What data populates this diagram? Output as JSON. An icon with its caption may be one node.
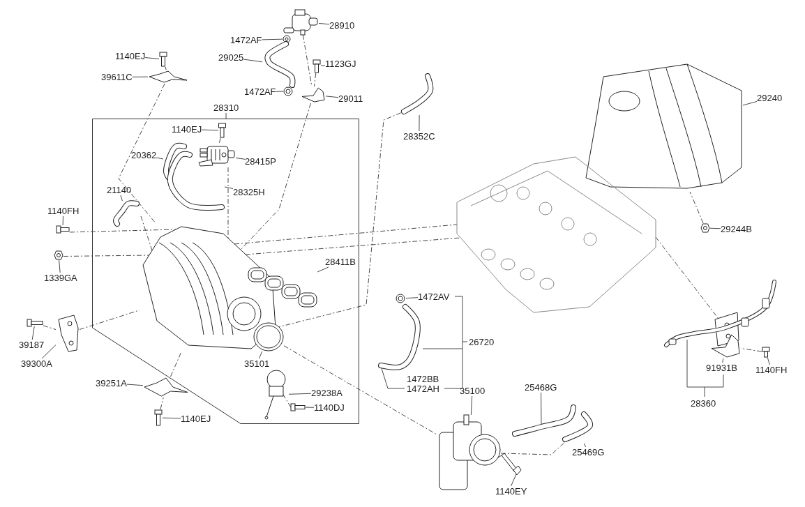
{
  "diagram": {
    "nodes": [
      {
        "text": [
          "28910"
        ]
      },
      {
        "text": [],
        "shape": "picture"
      },
      {
        "text": [
          "1472AF"
        ]
      },
      {
        "text": [],
        "shape": "picture"
      },
      {
        "text": [
          "29025"
        ]
      },
      {
        "text": [],
        "shape": "picture"
      },
      {
        "text": [
          "1140EJ"
        ]
      },
      {
        "text": [],
        "shape": "picture"
      },
      {
        "text": [
          "1123GJ"
        ]
      },
      {
        "text": [],
        "shape": "picture"
      },
      {
        "text": [
          "39611C"
        ]
      },
      {
        "text": [],
        "shape": "picture"
      },
      {
        "text": [
          "1472AF"
        ]
      },
      {
        "text": [],
        "shape": "picture"
      },
      {
        "text": [
          "29011"
        ]
      },
      {
        "text": [],
        "shape": "picture"
      },
      {
        "text": [
          "28310"
        ]
      },
      {
        "text": [],
        "shape": "box"
      },
      {
        "text": [
          "1140EJ"
        ],
        "in": 17
      },
      {
        "text": [],
        "shape": "picture",
        "in": 17
      },
      {
        "text": [
          "20362"
        ],
        "in": 17
      },
      {
        "text": [],
        "shape": "picture",
        "in": 17
      },
      {
        "text": [
          "28415P"
        ],
        "in": 17
      },
      {
        "text": [],
        "shape": "picture",
        "in": 17
      },
      {
        "text": [
          "28325H"
        ],
        "in": 17
      },
      {
        "text": [],
        "shape": "picture",
        "in": 17
      },
      {
        "text": [
          "21140"
        ],
        "in": 17
      },
      {
        "text": [],
        "shape": "picture",
        "in": 17
      },
      {
        "text": [],
        "shape": "picture",
        "in": 17
      },
      {
        "text": [
          "28411B"
        ],
        "in": 17
      },
      {
        "text": [],
        "shape": "picture",
        "in": 17
      },
      {
        "text": [
          "35101"
        ],
        "in": 17
      },
      {
        "text": [],
        "shape": "picture",
        "in": 17
      },
      {
        "text": [
          "29238A"
        ],
        "in": 17
      },
      {
        "text": [],
        "shape": "picture",
        "in": 17
      },
      {
        "text": [
          "1140DJ"
        ],
        "in": 17
      },
      {
        "text": [],
        "shape": "picture",
        "in": 17
      },
      {
        "text": [
          "28352C"
        ]
      },
      {
        "text": [],
        "shape": "picture"
      },
      {
        "text": [
          "29240"
        ]
      },
      {
        "text": [],
        "shape": "picture"
      },
      {
        "text": [
          "29244B"
        ]
      },
      {
        "text": [],
        "shape": "picture"
      },
      {
        "text": [],
        "shape": "picture"
      },
      {
        "text": [
          "1140FH"
        ]
      },
      {
        "text": [],
        "shape": "picture"
      },
      {
        "text": [
          "1339GA"
        ]
      },
      {
        "text": [],
        "shape": "picture"
      },
      {
        "text": [
          "39187"
        ]
      },
      {
        "text": [],
        "shape": "picture"
      },
      {
        "text": [
          "39300A"
        ]
      },
      {
        "text": [],
        "shape": "picture"
      },
      {
        "text": [
          "39251A"
        ]
      },
      {
        "text": [],
        "shape": "picture"
      },
      {
        "text": [
          "1140EJ"
        ]
      },
      {
        "text": [],
        "shape": "picture"
      },
      {
        "text": [
          "1472AV"
        ]
      },
      {
        "text": [],
        "shape": "picture"
      },
      {
        "text": [],
        "shape": "picture"
      },
      {
        "text": [
          "35100"
        ]
      },
      {
        "text": [],
        "shape": "picture"
      },
      {
        "text": [
          "25468G"
        ]
      },
      {
        "text": [],
        "shape": "picture"
      },
      {
        "text": [
          "25469G"
        ]
      },
      {
        "text": [],
        "shape": "picture"
      },
      {
        "text": [
          "1140EY"
        ]
      },
      {
        "text": [],
        "shape": "picture"
      },
      {
        "text": [],
        "shape": "picture"
      },
      {
        "text": [
          "91931B"
        ]
      },
      {
        "text": [],
        "shape": "picture"
      },
      {
        "text": [
          "1140FH"
        ]
      },
      {
        "text": [],
        "shape": "picture"
      }
    ],
    "edges": [
      {
        "from": 0,
        "to": 1,
        "arrow": "none"
      },
      {
        "from": 2,
        "to": 3,
        "arrow": "none"
      },
      {
        "from": 4,
        "to": 5,
        "arrow": "none"
      },
      {
        "from": 6,
        "to": 7,
        "arrow": "none"
      },
      {
        "from": 8,
        "to": 9,
        "arrow": "none"
      },
      {
        "from": 10,
        "to": 11,
        "arrow": "none"
      },
      {
        "from": 12,
        "to": 13,
        "arrow": "none"
      },
      {
        "from": 14,
        "to": 15,
        "arrow": "none"
      },
      {
        "from": 16,
        "to": 17,
        "arrow": "none"
      },
      {
        "from": 18,
        "to": 19,
        "arrow": "none"
      },
      {
        "from": 20,
        "to": 21,
        "arrow": "none"
      },
      {
        "from": 22,
        "to": 23,
        "arrow": "none"
      },
      {
        "from": 24,
        "to": 25,
        "arrow": "none"
      },
      {
        "from": 26,
        "to": 27,
        "arrow": "none"
      },
      {
        "from": 29,
        "to": 30,
        "arrow": "none"
      },
      {
        "from": 31,
        "to": 32,
        "arrow": "none"
      },
      {
        "from": 33,
        "to": 34,
        "arrow": "none"
      },
      {
        "from": 35,
        "to": 36,
        "arrow": "none"
      },
      {
        "from": 37,
        "to": 38,
        "arrow": "none"
      },
      {
        "from": 39,
        "to": 40,
        "arrow": "none"
      },
      {
        "from": 41,
        "to": 42,
        "arrow": "none"
      },
      {
        "from": 44,
        "to": 45,
        "arrow": "none"
      },
      {
        "from": 46,
        "to": 47,
        "arrow": "none"
      },
      {
        "from": 48,
        "to": 49,
        "arrow": "none"
      },
      {
        "from": 50,
        "to": 51,
        "arrow": "none"
      },
      {
        "from": 52,
        "to": 53,
        "arrow": "none"
      },
      {
        "from": 54,
        "to": 55,
        "arrow": "none"
      },
      {
        "from": 56,
        "to": 57,
        "arrow": "none"
      },
      {
        "from": 59,
        "to": 60,
        "arrow": "none"
      },
      {
        "from": 61,
        "to": 62,
        "arrow": "none"
      },
      {
        "from": 63,
        "to": 64,
        "arrow": "none"
      },
      {
        "from": 65,
        "to": 66,
        "arrow": "none"
      },
      {
        "from": 68,
        "to": 69,
        "arrow": "none"
      },
      {
        "from": 70,
        "to": 71,
        "arrow": "none"
      },
      {
        "from": 7,
        "to": 11,
        "arrow": "none",
        "style": "dashed"
      },
      {
        "from": 11,
        "to": 28,
        "arrow": "none",
        "style": "dashed"
      },
      {
        "from": 1,
        "to": 15,
        "arrow": "none",
        "style": "dashed"
      },
      {
        "from": 9,
        "to": 15,
        "arrow": "none",
        "style": "dashed"
      },
      {
        "from": 15,
        "to": 28,
        "arrow": "none",
        "style": "dashed"
      },
      {
        "from": 19,
        "to": 23,
        "arrow": "none",
        "style": "dashed"
      },
      {
        "from": 23,
        "to": 28,
        "arrow": "none",
        "style": "dashed"
      },
      {
        "from": 27,
        "to": 28,
        "arrow": "none",
        "style": "dashed"
      },
      {
        "from": 45,
        "to": 28,
        "arrow": "none",
        "style": "dashed"
      },
      {
        "from": 47,
        "to": 28,
        "arrow": "none",
        "style": "dashed"
      },
      {
        "from": 28,
        "to": 38,
        "arrow": "none",
        "style": "dashed"
      },
      {
        "from": 49,
        "to": 51,
        "arrow": "none",
        "style": "dashed"
      },
      {
        "from": 51,
        "to": 28,
        "arrow": "none",
        "style": "dashed"
      },
      {
        "from": 55,
        "to": 53,
        "arrow": "none",
        "style": "dashed"
      },
      {
        "from": 53,
        "to": 28,
        "arrow": "none",
        "style": "dashed"
      },
      {
        "from": 32,
        "to": 60,
        "arrow": "none",
        "style": "dashed"
      },
      {
        "from": 42,
        "to": 40,
        "arrow": "none",
        "style": "dashed"
      },
      {
        "from": 43,
        "to": 67,
        "arrow": "none",
        "style": "dashed"
      },
      {
        "from": 60,
        "to": 64,
        "arrow": "none",
        "style": "dashed"
      },
      {
        "from": 66,
        "to": 60,
        "arrow": "none",
        "style": "dashed"
      },
      {
        "from": 36,
        "to": 34,
        "arrow": "none",
        "style": "dashed"
      },
      {
        "from": 71,
        "to": 69,
        "arrow": "none",
        "style": "dashed"
      },
      {
        "from": 28,
        "to": 43,
        "arrow": "none",
        "style": "dashed"
      },
      {
        "from": 28,
        "to": 43,
        "arrow": "none",
        "style": "dashed"
      }
    ],
    "labels": [
      "26720",
      "1472BB",
      "1472AH",
      "28360"
    ]
  }
}
